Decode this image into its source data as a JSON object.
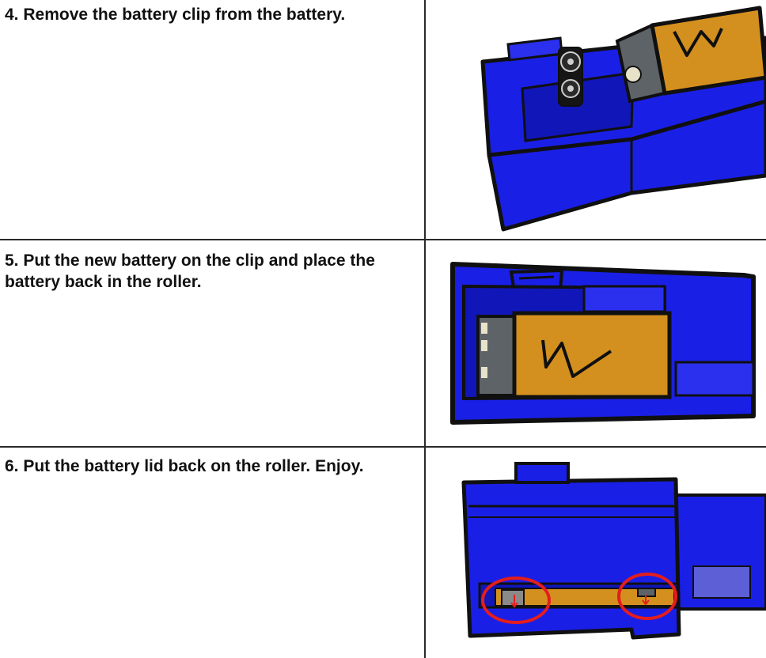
{
  "steps": [
    {
      "text": "4. Remove the battery clip from the battery.",
      "illustration": "roller-battery-clip-removed"
    },
    {
      "text": "5. Put the new battery on the clip and place the battery back in the roller.",
      "illustration": "roller-battery-placed"
    },
    {
      "text": "6. Put the battery lid back on the roller. Enjoy.",
      "illustration": "roller-lid-closed-latches-circled"
    }
  ],
  "colors": {
    "roller_blue": "#1a1fe6",
    "roller_blue_dark": "#1016b8",
    "battery_orange": "#d4901e",
    "terminal_gray": "#5e6367",
    "outline": "#101010",
    "latch_circle": "#e41d1d",
    "divider": "#2a2a2a"
  }
}
